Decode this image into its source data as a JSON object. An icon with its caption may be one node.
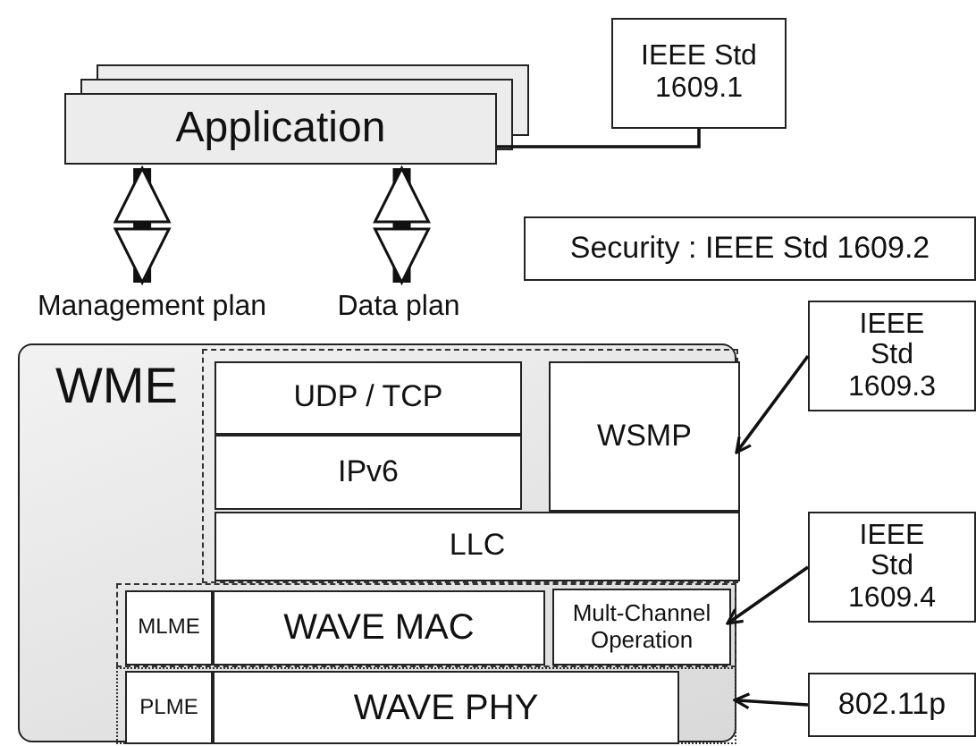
{
  "diagram": {
    "nodes": [
      {
        "text": [
          "Application"
        ]
      },
      {
        "text": [
          "IEEE Std 1609.1"
        ]
      },
      {
        "text": [
          "Management plan"
        ]
      },
      {
        "text": [
          "Data plan"
        ]
      },
      {
        "text": [
          "Security : IEEE Std 1609.2"
        ]
      },
      {
        "text": [
          "WME"
        ]
      },
      {
        "text": [],
        "shape": "box",
        "in": 5
      },
      {
        "text": [
          "UDP / TCP"
        ],
        "in": 6
      },
      {
        "text": [
          "IPv6"
        ],
        "in": 6
      },
      {
        "text": [
          "WSMP"
        ],
        "in": 6
      },
      {
        "text": [
          "LLC"
        ],
        "in": 6
      },
      {
        "text": [],
        "shape": "box",
        "in": 5
      },
      {
        "text": [
          "MLME"
        ],
        "in": 11
      },
      {
        "text": [
          "WAVE MAC"
        ],
        "in": 11
      },
      {
        "text": [
          "Mult-Channel Operation"
        ],
        "in": 11
      },
      {
        "text": [],
        "shape": "box",
        "in": 5
      },
      {
        "text": [
          "PLME"
        ],
        "in": 15
      },
      {
        "text": [
          "WAVE PHY"
        ],
        "in": 15
      },
      {
        "text": [
          "IEEE Std 1609.3"
        ]
      },
      {
        "text": [
          "IEEE Std 1609.4"
        ]
      },
      {
        "text": [
          "802.11p"
        ]
      }
    ],
    "edges": [
      {
        "from": 1,
        "to": 0,
        "arrow": "none"
      },
      {
        "from": 0,
        "to": 2,
        "arrow": "both",
        "style": "thick"
      },
      {
        "from": 0,
        "to": 3,
        "arrow": "both",
        "style": "thick"
      },
      {
        "from": 18,
        "to": 6,
        "arrow": "to"
      },
      {
        "from": 19,
        "to": 14,
        "arrow": "to"
      },
      {
        "from": 20,
        "to": 15,
        "arrow": "to"
      }
    ]
  }
}
